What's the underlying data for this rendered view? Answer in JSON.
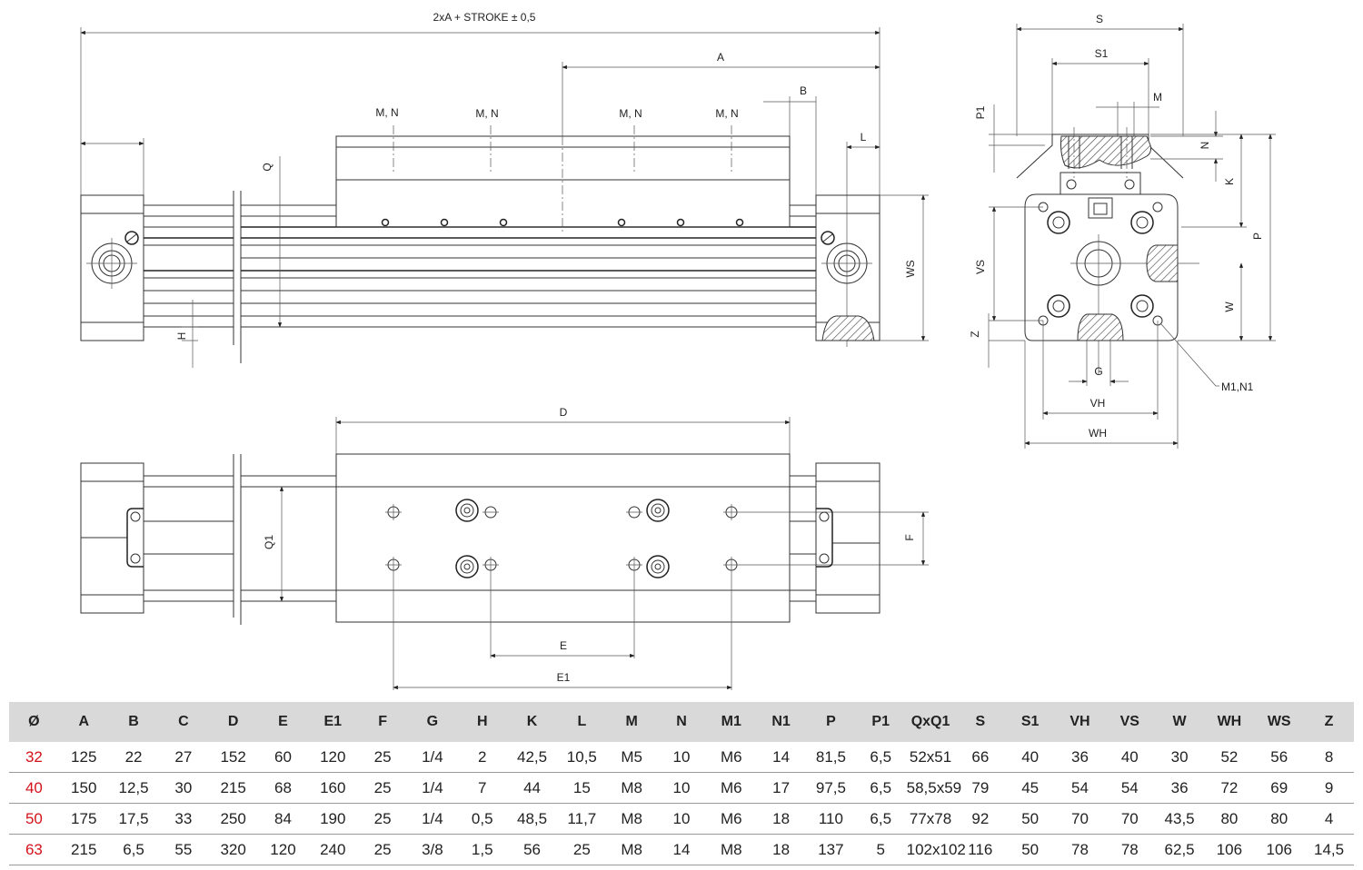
{
  "drawing": {
    "labels": {
      "overall_length": "2xA + STROKE ± 0,5",
      "a": "A",
      "b": "B",
      "l": "L",
      "mn": "M, N",
      "q": "Q",
      "h": "H",
      "ws": "WS",
      "d": "D",
      "q1": "Q1",
      "f": "F",
      "e": "E",
      "e1": "E1",
      "s": "S",
      "s1": "S1",
      "p1": "P1",
      "m": "M",
      "n": "N",
      "k": "K",
      "p": "P",
      "vs": "VS",
      "w": "W",
      "z": "Z",
      "g": "G",
      "vh": "VH",
      "wh": "WH",
      "m1n1": "M1,N1"
    }
  },
  "table": {
    "headers": [
      "Ø",
      "A",
      "B",
      "C",
      "D",
      "E",
      "E1",
      "F",
      "G",
      "H",
      "K",
      "L",
      "M",
      "N",
      "M1",
      "N1",
      "P",
      "P1",
      "QxQ1",
      "S",
      "S1",
      "VH",
      "VS",
      "W",
      "WH",
      "WS",
      "Z"
    ],
    "rows": [
      [
        "32",
        "125",
        "22",
        "27",
        "152",
        "60",
        "120",
        "25",
        "1/4",
        "2",
        "42,5",
        "10,5",
        "M5",
        "10",
        "M6",
        "14",
        "81,5",
        "6,5",
        "52x51",
        "66",
        "40",
        "36",
        "40",
        "30",
        "52",
        "56",
        "8"
      ],
      [
        "40",
        "150",
        "12,5",
        "30",
        "215",
        "68",
        "160",
        "25",
        "1/4",
        "7",
        "44",
        "15",
        "M8",
        "10",
        "M6",
        "17",
        "97,5",
        "6,5",
        "58,5x59",
        "79",
        "45",
        "54",
        "54",
        "36",
        "72",
        "69",
        "9"
      ],
      [
        "50",
        "175",
        "17,5",
        "33",
        "250",
        "84",
        "190",
        "25",
        "1/4",
        "0,5",
        "48,5",
        "11,7",
        "M8",
        "10",
        "M6",
        "18",
        "110",
        "6,5",
        "77x78",
        "92",
        "50",
        "70",
        "70",
        "43,5",
        "80",
        "80",
        "4"
      ],
      [
        "63",
        "215",
        "6,5",
        "55",
        "320",
        "120",
        "240",
        "25",
        "3/8",
        "1,5",
        "56",
        "25",
        "M8",
        "14",
        "M8",
        "18",
        "137",
        "5",
        "102x102",
        "116",
        "50",
        "78",
        "78",
        "62,5",
        "106",
        "106",
        "14,5"
      ]
    ]
  },
  "colors": {
    "bore_highlight": "#d4121b",
    "header_bg": "#d9d9d9"
  }
}
